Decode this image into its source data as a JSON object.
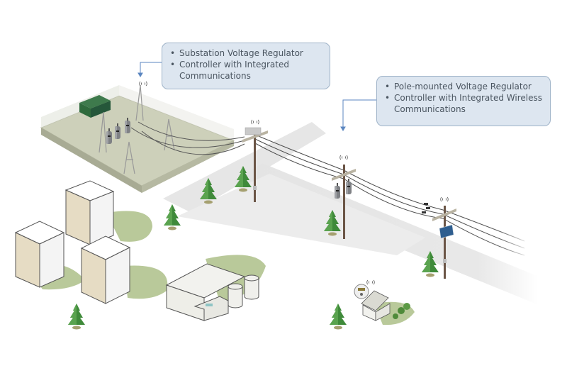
{
  "callouts": [
    {
      "items": [
        "Substation Voltage Regulator",
        "Controller with Integrated Communications"
      ]
    },
    {
      "items": [
        "Pole-mounted Voltage Regulator",
        "Controller with Integrated Wireless Communications"
      ]
    }
  ],
  "colors": {
    "callout_bg": "#dde6f0",
    "callout_border": "#9fb3c8",
    "arrow": "#5b86c0",
    "ground": "#c9ccb6",
    "grass": "#b9c99a",
    "tree": "#3f8a3a",
    "pole": "#6b5546",
    "transformer": "#7a7c80",
    "substation_tank": "#2f6a3c",
    "solar_panel": "#2f5e8f"
  },
  "scene": {
    "elements": [
      "substation",
      "pole-1-regulator",
      "pole-2-regulator",
      "pole-3-solar",
      "office-buildings",
      "factory",
      "house-with-smart-meter"
    ]
  }
}
